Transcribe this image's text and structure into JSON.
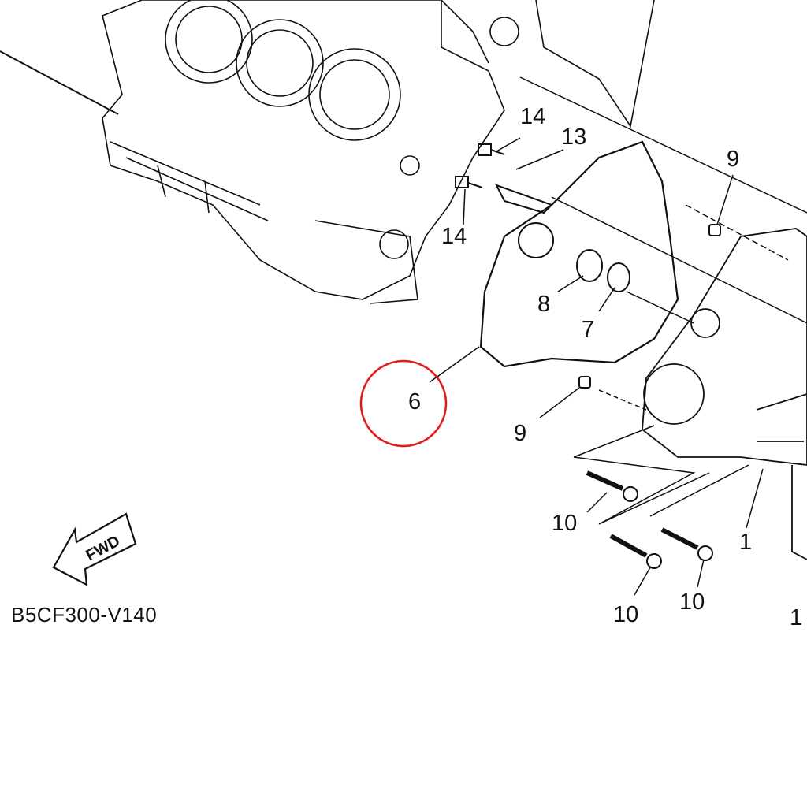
{
  "diagram": {
    "code": "B5CF300-V140",
    "fwd_label": "FWD",
    "highlight_color": "#e31b1b",
    "line_color": "#111111",
    "callouts": [
      {
        "id": "c14a",
        "text": "14"
      },
      {
        "id": "c13",
        "text": "13"
      },
      {
        "id": "c9a",
        "text": "9"
      },
      {
        "id": "c14b",
        "text": "14"
      },
      {
        "id": "c8",
        "text": "8"
      },
      {
        "id": "c7",
        "text": "7"
      },
      {
        "id": "c6",
        "text": "6",
        "highlighted": true
      },
      {
        "id": "c9b",
        "text": "9"
      },
      {
        "id": "c10a",
        "text": "10"
      },
      {
        "id": "c1",
        "text": "1"
      },
      {
        "id": "c10b",
        "text": "10"
      },
      {
        "id": "c10c",
        "text": "10"
      },
      {
        "id": "c1b",
        "text": "1"
      }
    ]
  }
}
